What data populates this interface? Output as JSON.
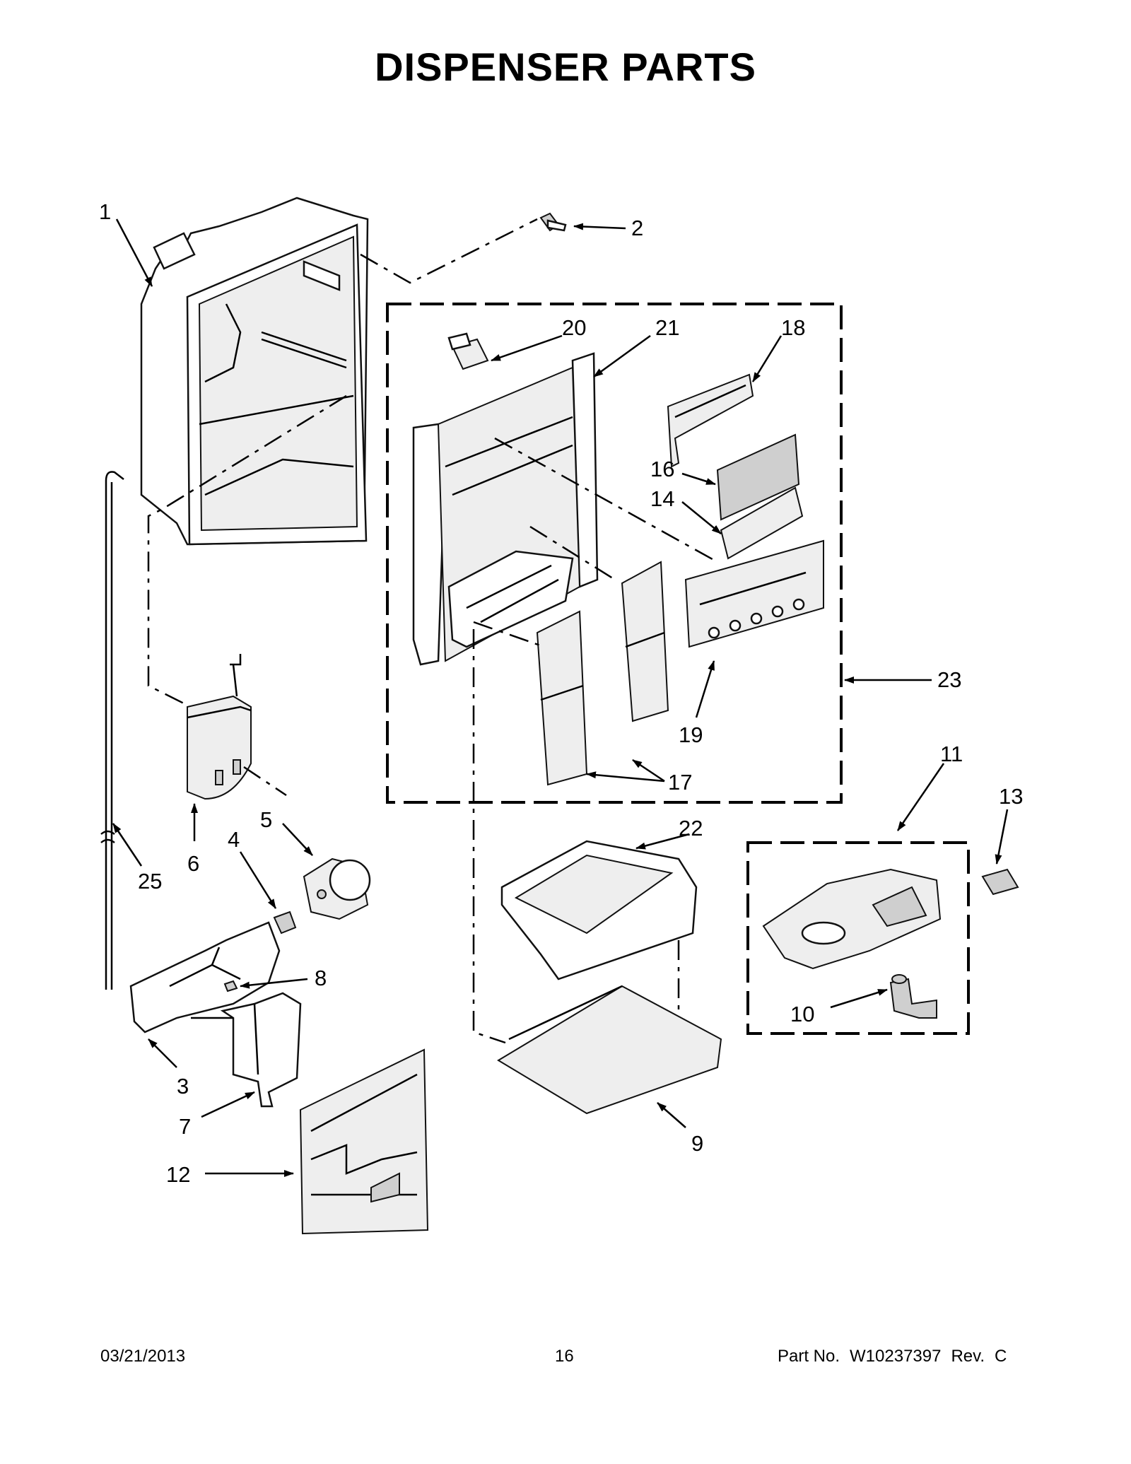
{
  "title": "DISPENSER PARTS",
  "footer": {
    "date": "03/21/2013",
    "page": "16",
    "part_label": "Part No.",
    "part_number": "W10237397",
    "rev_label": "Rev.",
    "rev": "C"
  },
  "callouts": {
    "c1": "1",
    "c2": "2",
    "c3": "3",
    "c4": "4",
    "c5": "5",
    "c6": "6",
    "c7": "7",
    "c8": "8",
    "c9": "9",
    "c10": "10",
    "c11": "11",
    "c12": "12",
    "c13": "13",
    "c14": "14",
    "c16": "16",
    "c17": "17",
    "c18": "18",
    "c19": "19",
    "c20": "20",
    "c21": "21",
    "c22": "22",
    "c23": "23",
    "c25": "25"
  }
}
